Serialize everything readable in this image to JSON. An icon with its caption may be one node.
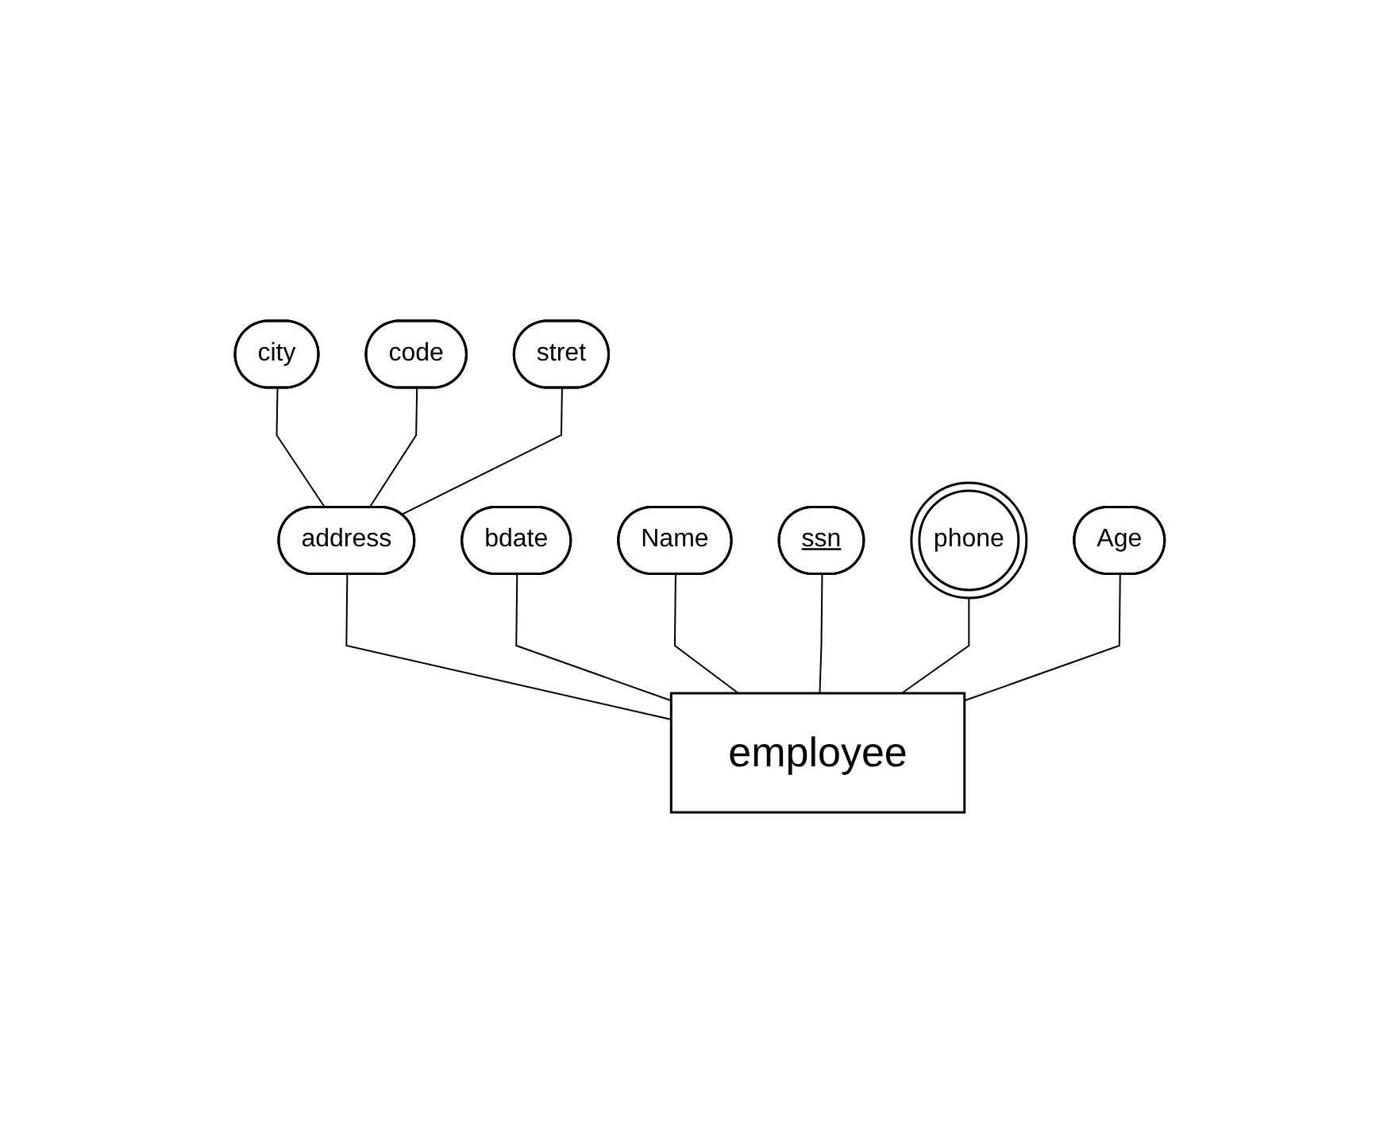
{
  "diagram": {
    "nodes": [
      {
        "text": [
          "city"
        ]
      },
      {
        "text": [
          "code"
        ]
      },
      {
        "text": [
          "stret"
        ]
      },
      {
        "text": [
          "address"
        ]
      },
      {
        "text": [
          "bdate"
        ]
      },
      {
        "text": [
          "Name"
        ]
      },
      {
        "text": [
          "ssn"
        ]
      },
      {
        "text": [
          "phone"
        ]
      },
      {
        "text": [
          "Age"
        ]
      },
      {
        "text": [
          "employee"
        ]
      }
    ],
    "edges": [
      {
        "from": 9,
        "to": 8,
        "arrow": "none"
      },
      {
        "from": 9,
        "to": 6,
        "arrow": "none"
      },
      {
        "from": 9,
        "to": 4,
        "arrow": "none"
      },
      {
        "from": 9,
        "to": 5,
        "arrow": "none"
      },
      {
        "from": 9,
        "to": 3,
        "arrow": "none"
      },
      {
        "from": 9,
        "to": 7,
        "arrow": "none"
      },
      {
        "from": 3,
        "to": 0,
        "arrow": "none"
      },
      {
        "from": 3,
        "to": 1,
        "arrow": "none"
      },
      {
        "from": 3,
        "to": 2,
        "arrow": "none"
      }
    ]
  }
}
